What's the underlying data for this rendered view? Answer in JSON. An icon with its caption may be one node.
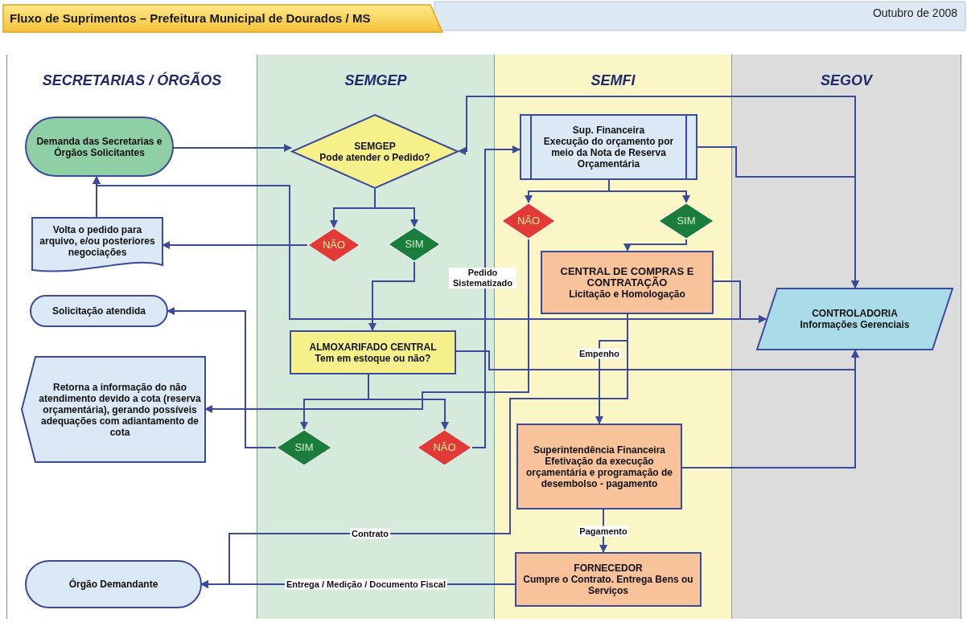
{
  "diagram": {
    "title": "Fluxo de Suprimentos – Prefeitura Municipal de Dourados / MS",
    "nodes": [
      {
        "text": [
          "SECRETARIAS / ÓRGÃOS"
        ]
      },
      {
        "text": [
          "SEMGEP"
        ]
      },
      {
        "text": [
          "SEMFI"
        ]
      },
      {
        "text": [
          "SEGOV"
        ]
      },
      {
        "text": [
          "Demanda das Secretarias e Órgãos Solicitantes"
        ],
        "in": 0
      },
      {
        "text": [
          "Volta o pedido para arquivo, e/ou posteriores negociações"
        ],
        "in": 0
      },
      {
        "text": [
          "Solicitação atendida"
        ],
        "in": 0
      },
      {
        "text": [
          "Retorna a informação do não atendimento devido a cota (reserva orçamentária), gerando possíveis adequações com adiantamento de cota"
        ],
        "in": 0
      },
      {
        "text": [
          "Órgão Demandante"
        ],
        "in": 0
      },
      {
        "text": [
          "SEMGEP",
          "Pode atender o Pedido?"
        ],
        "in": 1
      },
      {
        "text": [
          "NÃO"
        ],
        "in": 1
      },
      {
        "text": [
          "SIM"
        ],
        "in": 1
      },
      {
        "text": [
          "ALMOXARIFADO CENTRAL",
          "Tem em estoque ou não?"
        ],
        "in": 1
      },
      {
        "text": [
          "SIM"
        ],
        "in": 1
      },
      {
        "text": [
          "NÃO"
        ],
        "in": 1
      },
      {
        "text": [
          "Sup. Financeira",
          "Execução do orçamento por meio da Nota de Reserva Orçamentária"
        ],
        "in": 2
      },
      {
        "text": [
          "NÃO"
        ],
        "in": 2
      },
      {
        "text": [
          "SIM"
        ],
        "in": 2
      },
      {
        "text": [
          "CENTRAL DE COMPRAS E CONTRATAÇÃO",
          "Licitação e Homologação"
        ],
        "in": 2
      },
      {
        "text": [
          "CONTROLADORIA",
          "Informações Gerenciais"
        ],
        "in": 3
      },
      {
        "text": [
          "Superintendência Financeira",
          "Efetivação da execução orçamentária e programação de desembolso - pagamento"
        ],
        "in": 2
      },
      {
        "text": [
          "FORNECEDOR",
          "Cumpre o Contrato. Entrega Bens ou Serviços"
        ],
        "in": 2
      }
    ],
    "edges": [
      {
        "from": 4,
        "to": 9,
        "arrow": "to"
      },
      {
        "from": 9,
        "to": 10,
        "arrow": "to"
      },
      {
        "from": 9,
        "to": 11,
        "arrow": "to"
      },
      {
        "from": 10,
        "to": 5,
        "arrow": "to"
      },
      {
        "from": 5,
        "to": 4,
        "arrow": "to"
      },
      {
        "from": 4,
        "to": 19,
        "arrow": "both"
      },
      {
        "from": 11,
        "to": 12,
        "arrow": "to"
      },
      {
        "from": 12,
        "to": 13,
        "arrow": "to"
      },
      {
        "from": 12,
        "to": 14,
        "arrow": "to"
      },
      {
        "from": 13,
        "to": 6,
        "arrow": "to"
      },
      {
        "from": 14,
        "to": 15,
        "arrow": "to",
        "label": "Pedido Sistematizado"
      },
      {
        "from": 15,
        "to": 16,
        "arrow": "to"
      },
      {
        "from": 15,
        "to": 17,
        "arrow": "to"
      },
      {
        "from": 16,
        "to": 7,
        "arrow": "to"
      },
      {
        "from": 17,
        "to": 18,
        "arrow": "to"
      },
      {
        "from": 15,
        "to": 19,
        "arrow": "to"
      },
      {
        "from": 9,
        "to": 19,
        "arrow": "both"
      },
      {
        "from": 18,
        "to": 19,
        "arrow": "to"
      },
      {
        "from": 12,
        "to": 19,
        "arrow": "to"
      },
      {
        "from": 18,
        "to": 20,
        "arrow": "to",
        "label": "Empenho"
      },
      {
        "from": 18,
        "to": 8,
        "arrow": "to",
        "label": "Contrato"
      },
      {
        "from": 20,
        "to": 21,
        "arrow": "to",
        "label": "Pagamento"
      },
      {
        "from": 20,
        "to": 19,
        "arrow": "to"
      },
      {
        "from": 21,
        "to": 8,
        "arrow": "to",
        "label": "Entrega / Medição / Documento Fiscal"
      }
    ],
    "labels": [
      "Outubro de 2008"
    ]
  }
}
